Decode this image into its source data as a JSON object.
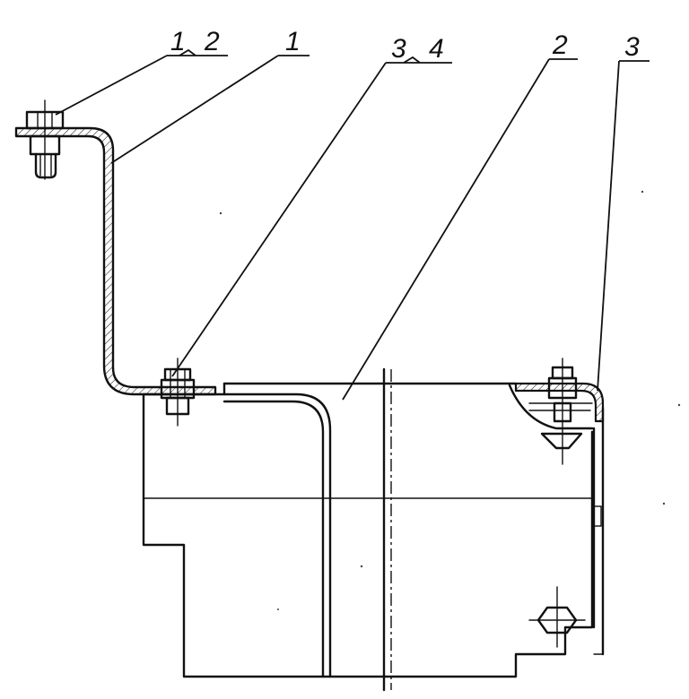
{
  "callouts": {
    "c1": "1",
    "c2": "2",
    "c3": "1",
    "c4": "3",
    "c5": "4",
    "c6": "2",
    "c7": "3"
  },
  "colors": {
    "ink": "#111111",
    "paper": "#ffffff"
  }
}
